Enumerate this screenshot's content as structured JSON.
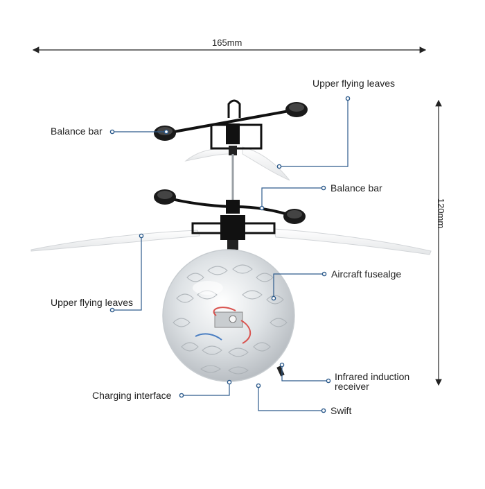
{
  "dimensions": {
    "width": "165mm",
    "height": "120mm"
  },
  "labels": {
    "balance_bar_upper": "Balance bar",
    "upper_flying_leaves_top": "Upper flying leaves",
    "balance_bar_lower": "Balance bar",
    "upper_flying_leaves_left": "Upper flying leaves",
    "aircraft_fuselage": "Aircraft fusealge",
    "infrared_line1": "Infrared induction",
    "infrared_line2": "receiver",
    "charging_interface": "Charging interface",
    "swift": "Swift"
  },
  "colors": {
    "leader_line": "#2d5b8c",
    "dimension_line": "#222222",
    "frame": "#111111"
  }
}
